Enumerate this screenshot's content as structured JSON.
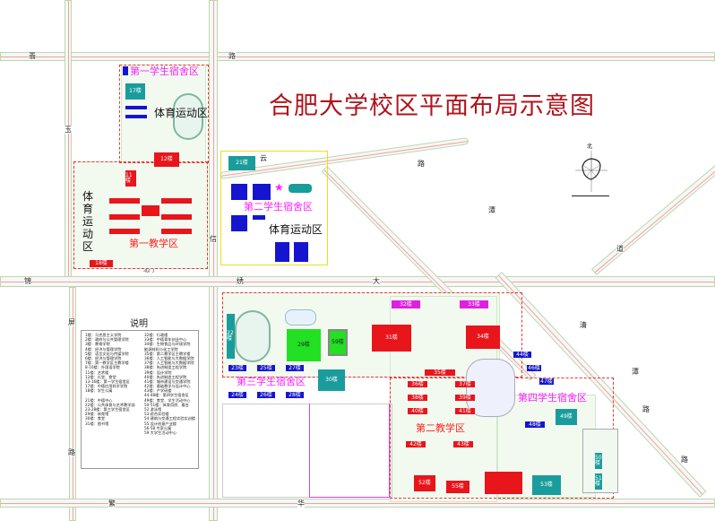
{
  "title": "合肥大学校区平面布局示意图",
  "roads": {
    "top": [
      "翡",
      "路"
    ],
    "left_top": "玉",
    "mid_v": "信",
    "curve": [
      "云",
      "路"
    ],
    "diag1": [
      "潭",
      "道"
    ],
    "main": [
      "锦",
      "绣",
      "大"
    ],
    "left_bottom": [
      "屏",
      "路"
    ],
    "right": [
      "清",
      "潭",
      "路",
      "路"
    ],
    "bottom": [
      "繁",
      "华"
    ],
    "gate": "北门"
  },
  "zones": {
    "dorm1": "第一学生宿舍区",
    "sport1": "体育运动区",
    "sport2": "体育运动区",
    "teach1": "第一教学区",
    "dorm2": "第二学生宿舍区",
    "sport3": "体育运动区",
    "dorm3": "第三学生宿舍区",
    "teach2": "第二教学区",
    "dorm4": "第四学生宿舍区"
  },
  "buildings": [
    "11楼",
    "17楼",
    "12楼",
    "22楼",
    "29楼",
    "59楼",
    "31楼",
    "32楼",
    "33楼",
    "34楼",
    "23楼",
    "25楼",
    "27楼",
    "24楼",
    "26楼",
    "28楼",
    "30楼",
    "35楼",
    "36楼",
    "37楼",
    "38楼",
    "39楼",
    "40楼",
    "41楼",
    "42楼",
    "43楼",
    "52楼",
    "55楼",
    "44楼",
    "46楼",
    "47楼",
    "48楼",
    "49楼",
    "50楼",
    "51楼",
    "53楼",
    "18楼",
    "21楼"
  ],
  "compass": {
    "north": "北"
  },
  "legend": {
    "title": "说明",
    "left": [
      "1楼：马克思主义学院",
      "2楼：政府与公共管理学院",
      "3楼：教育学院",
      "4楼：经济与管理学院",
      "5楼：语言文化与传媒学院",
      "6楼：经济与管理学院",
      "7楼：第一教学区主教学楼",
      "8-10楼：外国语学院",
      "11楼：艺术楼",
      "12楼：礼堂、食堂",
      "13-16楼：第一学生宿舍区",
      "17楼：中德应用科学学院",
      "18楼：学生公寓",
      "",
      "21楼：中德中心",
      "22楼：公共体育与艺术教学部",
      "23-28楼：第三学生宿舍区",
      "29楼：体育馆",
      "30楼：食堂",
      "31楼：图书馆"
    ],
    "right": [
      "32楼：行政楼",
      "33楼：中德青年创业中心",
      "34楼：生物食品与环境学院",
      "能源材料与化工学院",
      "35楼：第二教学区主教学楼",
      "36楼：人工智能与大数据学院",
      "37楼：人工智能与大数据学院",
      "38楼：先进制造工程学院",
      "39楼：设计学院",
      "40楼：先进制造工程学院",
      "41楼：城市建设与交通学院",
      "42楼：基础教学与设计中心",
      "43楼：产学研楼",
      "44-48楼：第四学生宿舍区",
      "49楼：食堂、学生活动中心",
      "50-51楼：体育用房、看台",
      "52 游泳馆",
      "53 综合实验楼",
      "54 建筑与交通工程实验实训楼",
      "55 设计创意产业楼",
      "56-58 专家公寓",
      "59 大学生活动中心"
    ]
  },
  "colors": {
    "title": "#b0141c",
    "teaching": "#e8151b",
    "dorm": "#1515d0",
    "dorm_label": "#ff20ff",
    "service": "#1a9c9c",
    "sports": "#22e022",
    "admin": "#e020e0"
  }
}
